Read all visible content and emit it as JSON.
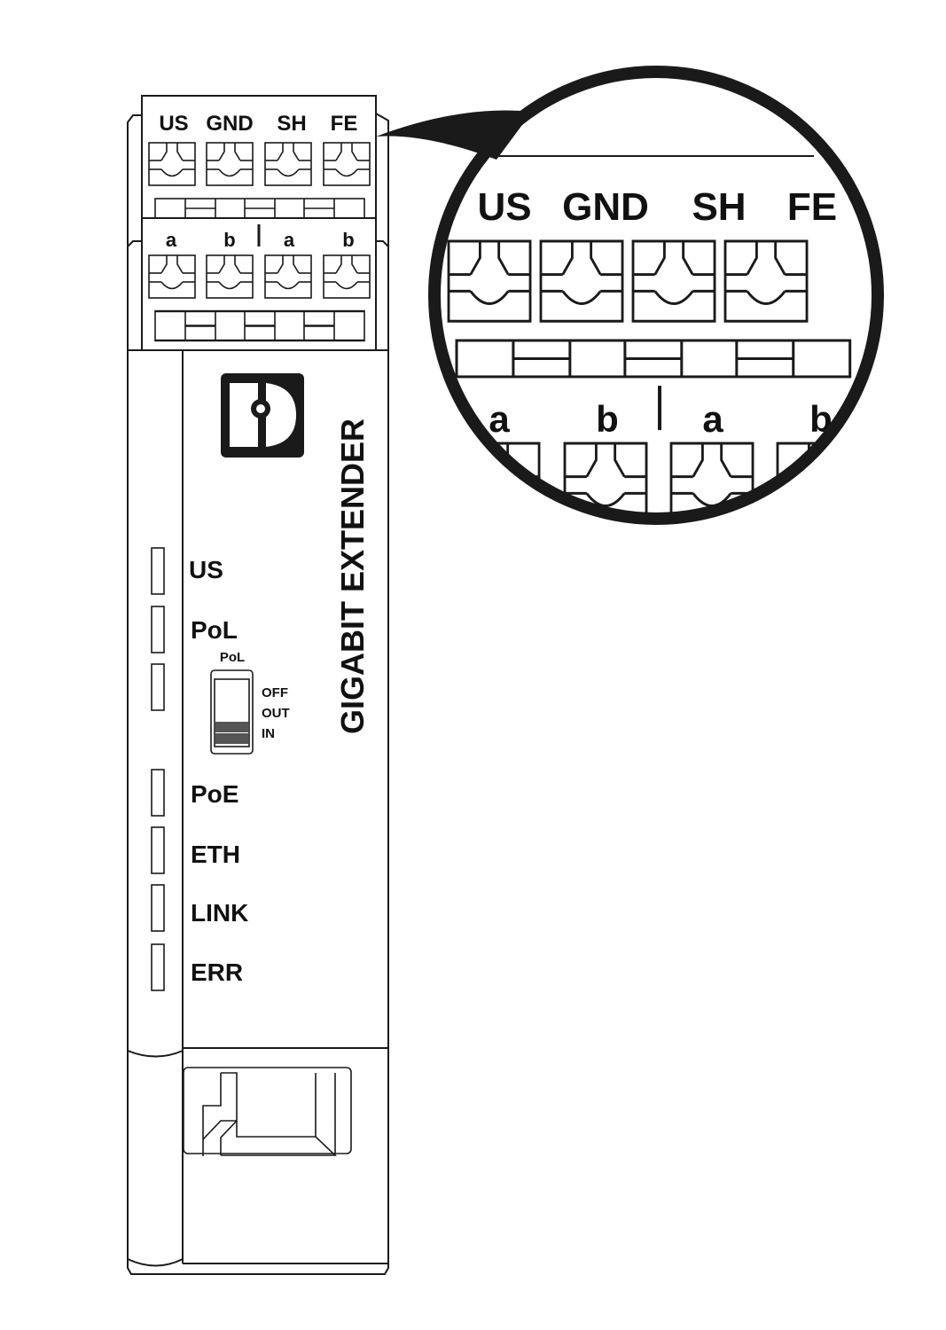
{
  "device": {
    "name": "GIGABIT EXTENDER",
    "terminals_top": [
      "US",
      "GND",
      "SH",
      "FE"
    ],
    "terminals_bottom": [
      "a",
      "b",
      "a",
      "b"
    ],
    "leds": [
      "US",
      "PoL",
      "PoE",
      "ETH",
      "LINK",
      "ERR"
    ],
    "switch": {
      "label": "PoL",
      "positions": [
        "OFF",
        "OUT",
        "IN"
      ]
    }
  },
  "magnifier": {
    "terminals_top": [
      "US",
      "GND",
      "SH",
      "FE"
    ],
    "terminals_bottom": [
      "a",
      "b",
      "a",
      "b"
    ]
  },
  "colors": {
    "line": "#1a1a1a",
    "logo": "#1a1a1a",
    "switch_shade": "#555555"
  }
}
